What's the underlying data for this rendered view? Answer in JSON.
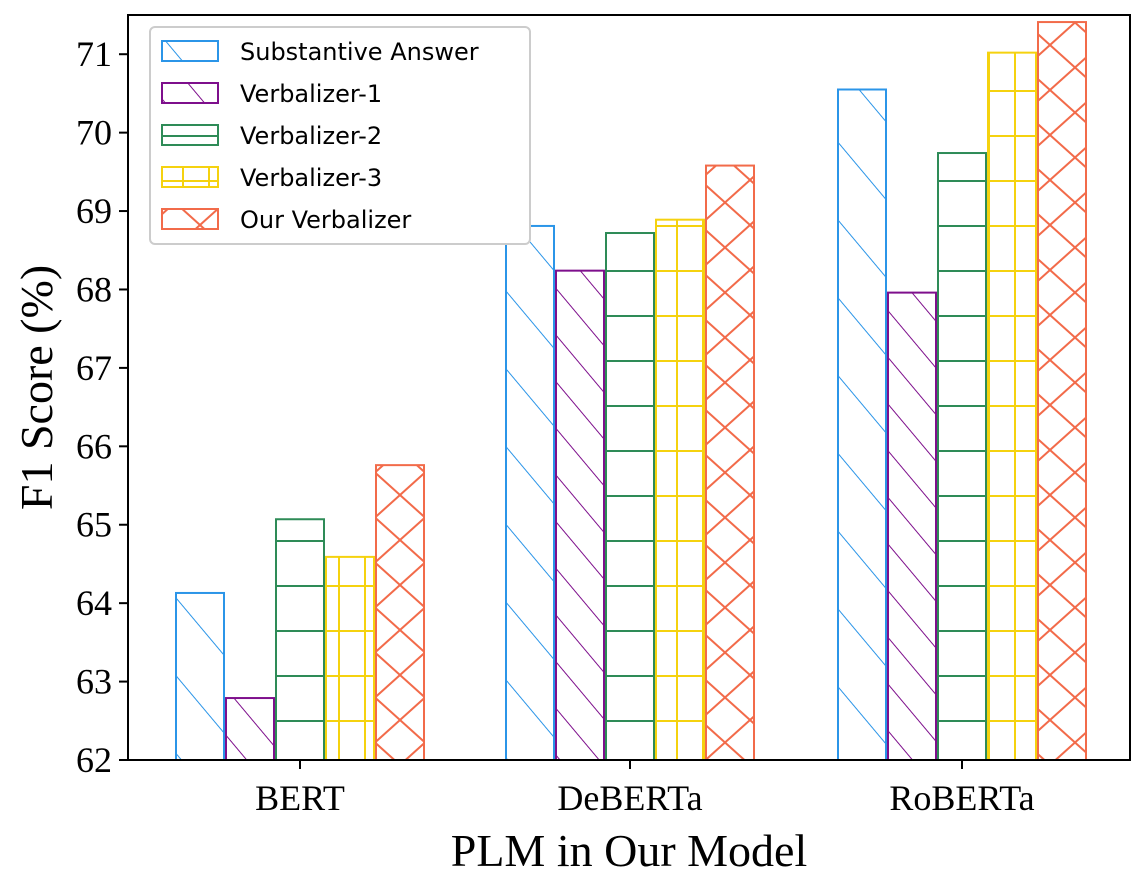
{
  "chart_data": {
    "type": "bar",
    "categories": [
      "BERT",
      "DeBERTa",
      "RoBERTa"
    ],
    "series": [
      {
        "name": "Substantive Answer",
        "values": [
          64.13,
          68.81,
          70.55
        ],
        "color": "#2b95e8",
        "hatch": "diagonal"
      },
      {
        "name": "Verbalizer-1",
        "values": [
          62.79,
          68.24,
          67.96
        ],
        "color": "#7e0f8c",
        "hatch": "diagonal-dense"
      },
      {
        "name": "Verbalizer-2",
        "values": [
          65.07,
          68.72,
          69.74
        ],
        "color": "#2e8b57",
        "hatch": "horizontal"
      },
      {
        "name": "Verbalizer-3",
        "values": [
          64.59,
          68.89,
          71.02
        ],
        "color": "#f5d20f",
        "hatch": "grid"
      },
      {
        "name": "Our Verbalizer",
        "values": [
          65.76,
          69.58,
          71.41
        ],
        "color": "#f26b4a",
        "hatch": "cross"
      }
    ],
    "xlabel": "PLM in Our Model",
    "ylabel": "F1 Score (%)",
    "ylim": [
      62,
      71.5
    ],
    "yticks": [
      62,
      63,
      64,
      65,
      66,
      67,
      68,
      69,
      70,
      71
    ],
    "legend_position": "top-left",
    "grid": false
  }
}
